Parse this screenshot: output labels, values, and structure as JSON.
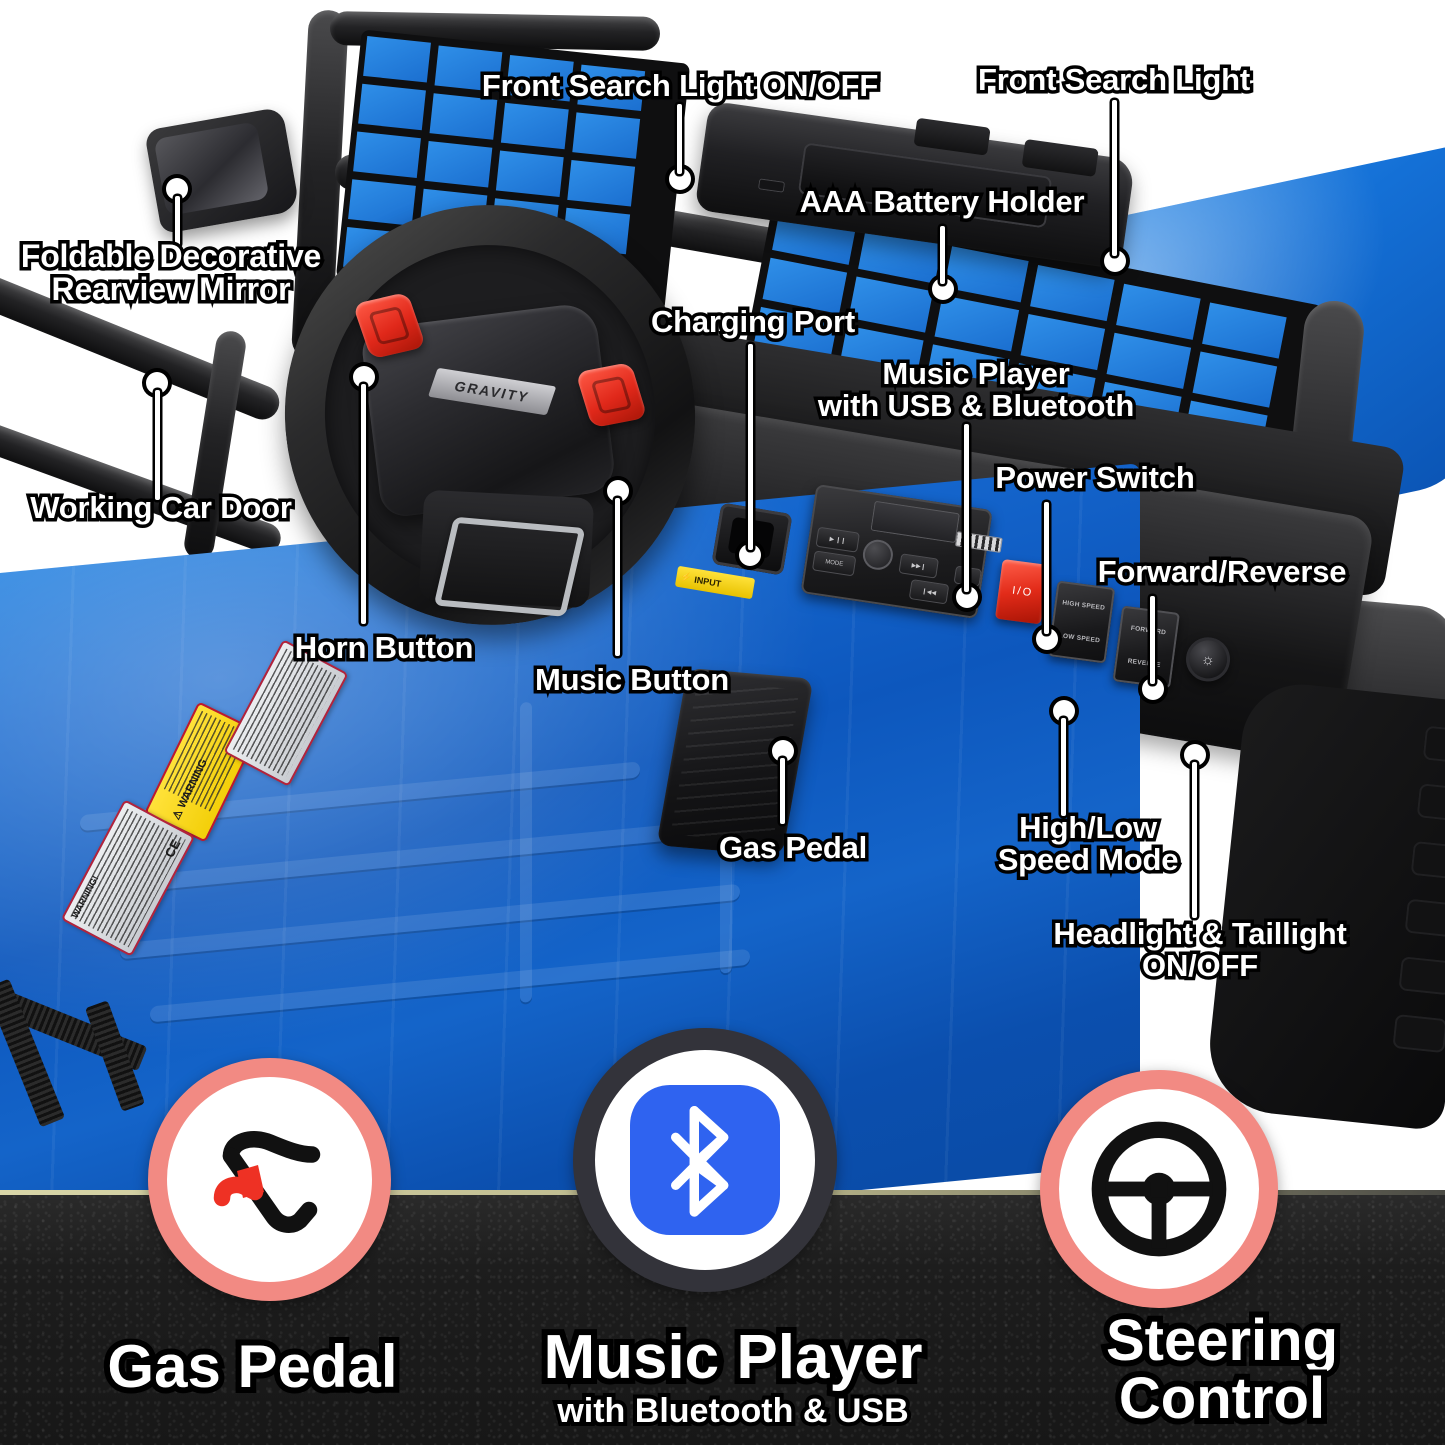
{
  "product": {
    "brand_on_steering_wheel": "GRAVITY",
    "charging_port_tag": "INPUT"
  },
  "callouts": [
    {
      "id": "foldable-rearview-mirror",
      "text": "Foldable Decorative\nRearview Mirror",
      "align": "left"
    },
    {
      "id": "front-search-light-onoff",
      "text": "Front Search Light ON/OFF",
      "align": "center"
    },
    {
      "id": "front-search-light",
      "text": "Front Search Light",
      "align": "center"
    },
    {
      "id": "aaa-battery-holder",
      "text": "AAA Battery Holder",
      "align": "center"
    },
    {
      "id": "working-car-door",
      "text": "Working Car Door",
      "align": "left"
    },
    {
      "id": "charging-port",
      "text": "Charging Port",
      "align": "center"
    },
    {
      "id": "music-player-usb-bluetooth",
      "text": "Music Player\nwith USB & Bluetooth",
      "align": "center"
    },
    {
      "id": "power-switch",
      "text": "Power Switch",
      "align": "center"
    },
    {
      "id": "forward-reverse",
      "text": "Forward/Reverse",
      "align": "center"
    },
    {
      "id": "horn-button",
      "text": "Horn Button",
      "align": "center"
    },
    {
      "id": "music-button",
      "text": "Music Button",
      "align": "center"
    },
    {
      "id": "gas-pedal",
      "text": "Gas Pedal",
      "align": "center"
    },
    {
      "id": "high-low-speed-mode",
      "text": "High/Low\nSpeed Mode",
      "align": "center"
    },
    {
      "id": "headlight-taillight-onoff",
      "text": "Headlight & Taillight\nON/OFF",
      "align": "center"
    }
  ],
  "control_panel": {
    "stereo_buttons": [
      "▶ ❙❙",
      "MODE",
      "▶▶❙",
      "❙◀◀"
    ],
    "power_switch_marks": "I / O",
    "speed_toggle": {
      "top": "HIGH SPEED",
      "bottom": "LOW SPEED"
    },
    "direction_toggle": {
      "top": "FORWARD",
      "bottom": "REVERSE"
    },
    "headlight_knob_icon": "light-knob-icon"
  },
  "stickers": {
    "warning_label": "WARNING",
    "warning_symbol": "⚠",
    "info_label": "WARNING!",
    "ce_mark": "CE"
  },
  "features": [
    {
      "id": "gas-pedal-feature",
      "title": "Gas Pedal",
      "subtitle": "",
      "icon": "gas-pedal-icon",
      "ring_color": "#f28a83",
      "accent_color": "#ee3124"
    },
    {
      "id": "music-player-feature",
      "title": "Music Player",
      "subtitle": "with Bluetooth & USB",
      "icon": "bluetooth-icon",
      "ring_color": "#33333a",
      "accent_color": "#2f63f0"
    },
    {
      "id": "steering-control-feature",
      "title": "Steering\nControl",
      "subtitle": "",
      "icon": "steering-wheel-icon",
      "ring_color": "#f28a83",
      "accent_color": "#000000"
    }
  ],
  "colors": {
    "body_blue": "#1468cf",
    "pink_ring": "#f28a83",
    "bluetooth_blue": "#2f63f0",
    "red_button": "#e22b19",
    "warning_yellow": "#ffe23a",
    "label_text": "#ffffff",
    "label_outline": "#000000"
  }
}
